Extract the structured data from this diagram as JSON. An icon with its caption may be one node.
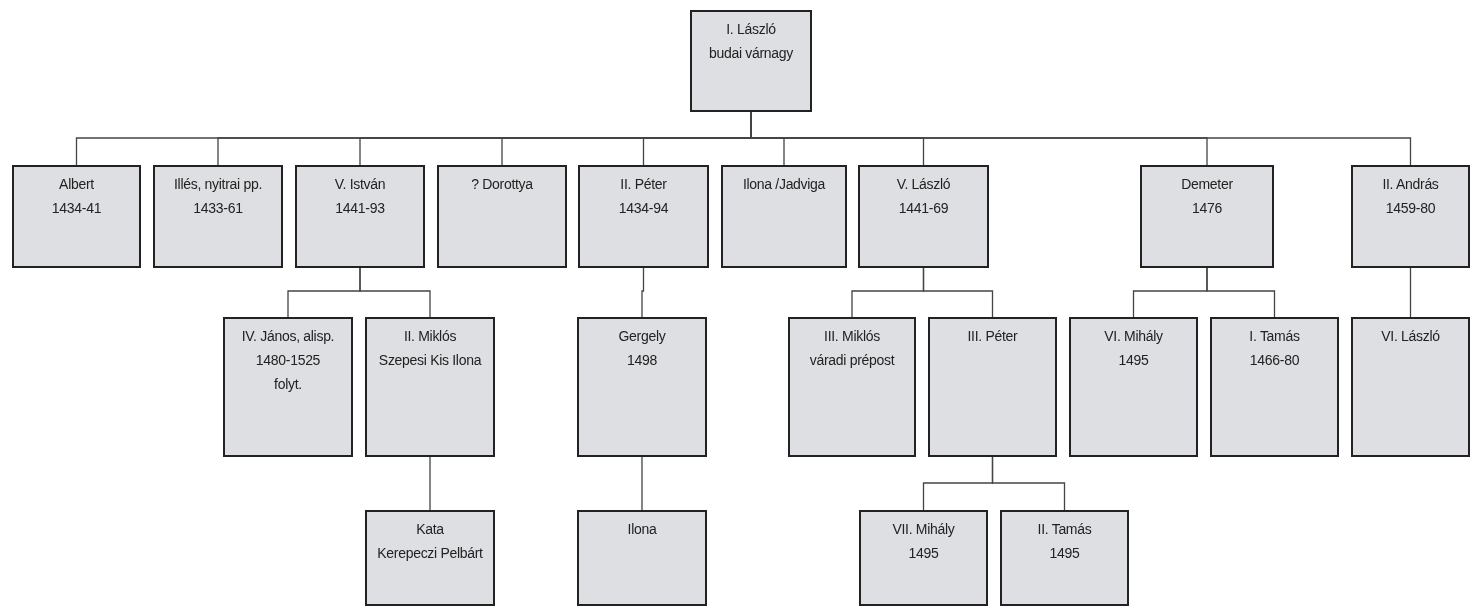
{
  "diagram": {
    "nodes": [
      {
        "text": [
          "I. László",
          "budai várnagy"
        ]
      },
      {
        "text": [
          "Albert",
          "1434-41"
        ]
      },
      {
        "text": [
          "Illés, nyitrai pp.",
          "1433-61"
        ]
      },
      {
        "text": [
          "V. István",
          "1441-93"
        ]
      },
      {
        "text": [
          "? Dorottya"
        ]
      },
      {
        "text": [
          "II. Péter",
          "1434-94"
        ]
      },
      {
        "text": [
          "Ilona /Jadviga"
        ]
      },
      {
        "text": [
          "V. László",
          "1441-69"
        ]
      },
      {
        "text": [
          "Demeter",
          "1476"
        ]
      },
      {
        "text": [
          "II. András",
          "1459-80"
        ]
      },
      {
        "text": [
          "IV. János, alisp.",
          "1480-1525",
          "folyt."
        ]
      },
      {
        "text": [
          "II. Miklós",
          "Szepesi Kis Ilona"
        ]
      },
      {
        "text": [
          "Gergely",
          "1498"
        ]
      },
      {
        "text": [
          "III. Miklós",
          "váradi prépost"
        ]
      },
      {
        "text": [
          "III. Péter"
        ]
      },
      {
        "text": [
          "VI. Mihály",
          "1495"
        ]
      },
      {
        "text": [
          "I. Tamás",
          "1466-80"
        ]
      },
      {
        "text": [
          "VI. László"
        ]
      },
      {
        "text": [
          "Kata",
          "Kerepeczi Pelbárt"
        ]
      },
      {
        "text": [
          "Ilona"
        ]
      },
      {
        "text": [
          "VII. Mihály",
          "1495"
        ]
      },
      {
        "text": [
          "II. Tamás",
          "1495"
        ]
      }
    ],
    "edges": [
      {
        "from": 0,
        "to": 1,
        "arrow": "none"
      },
      {
        "from": 0,
        "to": 2,
        "arrow": "none"
      },
      {
        "from": 0,
        "to": 3,
        "arrow": "none"
      },
      {
        "from": 0,
        "to": 4,
        "arrow": "none"
      },
      {
        "from": 0,
        "to": 5,
        "arrow": "none"
      },
      {
        "from": 0,
        "to": 6,
        "arrow": "none"
      },
      {
        "from": 0,
        "to": 7,
        "arrow": "none"
      },
      {
        "from": 0,
        "to": 8,
        "arrow": "none"
      },
      {
        "from": 0,
        "to": 9,
        "arrow": "none"
      },
      {
        "from": 3,
        "to": 10,
        "arrow": "none"
      },
      {
        "from": 3,
        "to": 11,
        "arrow": "none"
      },
      {
        "from": 5,
        "to": 12,
        "arrow": "none"
      },
      {
        "from": 7,
        "to": 13,
        "arrow": "none"
      },
      {
        "from": 7,
        "to": 14,
        "arrow": "none"
      },
      {
        "from": 8,
        "to": 15,
        "arrow": "none"
      },
      {
        "from": 8,
        "to": 16,
        "arrow": "none"
      },
      {
        "from": 9,
        "to": 17,
        "arrow": "none"
      },
      {
        "from": 11,
        "to": 18,
        "arrow": "none"
      },
      {
        "from": 12,
        "to": 19,
        "arrow": "none"
      },
      {
        "from": 14,
        "to": 20,
        "arrow": "none"
      },
      {
        "from": 14,
        "to": 21,
        "arrow": "none"
      }
    ]
  }
}
